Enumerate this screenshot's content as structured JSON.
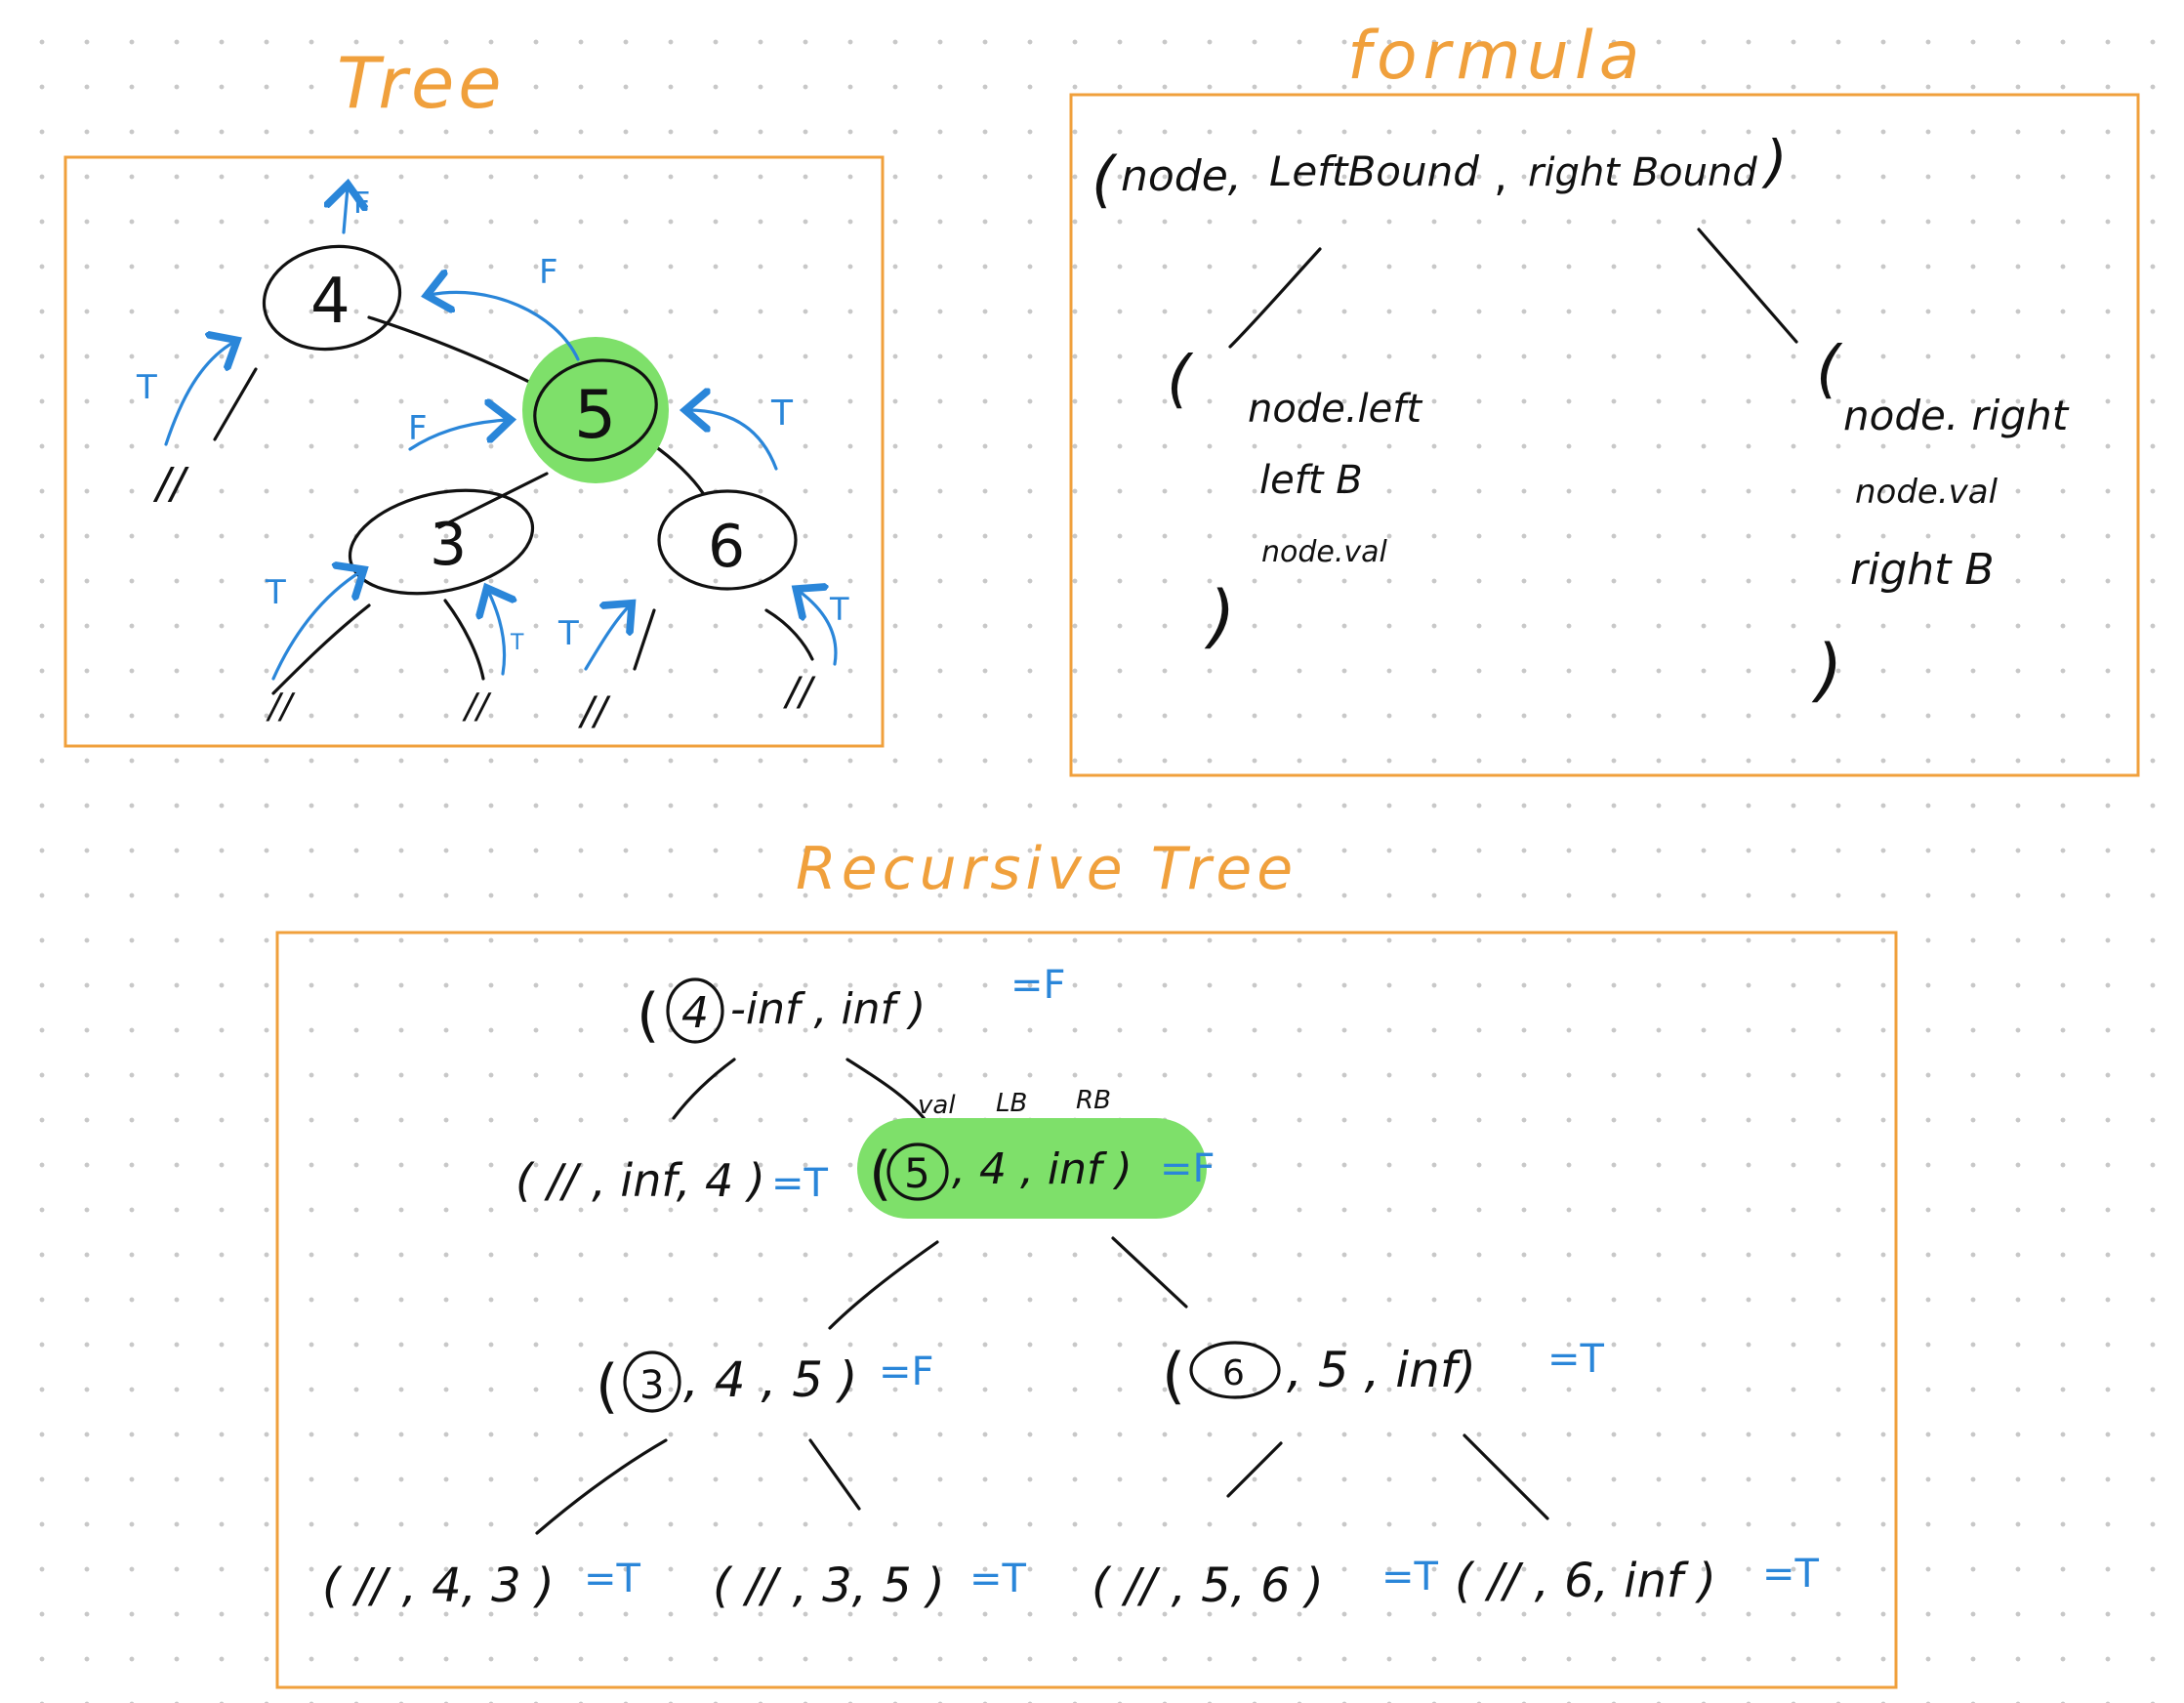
{
  "colors": {
    "accent_title": "#f0a03c",
    "result_blue": "#2a86d9",
    "highlight_green": "#7ee06a",
    "ink": "#111111"
  },
  "titles": {
    "tree": "Tree",
    "formula": "formula",
    "recursive_tree": "Recursive Tree"
  },
  "tree": {
    "nodes": [
      "4",
      "5",
      "3",
      "6"
    ],
    "null_marks": [
      "//",
      "//",
      "//",
      "//",
      "//"
    ],
    "labels": {
      "root_up": "F",
      "edge_5_to_4": "F",
      "left_null_4": "T",
      "edge_3_to_5": "F",
      "edge_6_to_5": "T",
      "left_null_3": "T",
      "right_null_3": "T",
      "left_null_6": "T",
      "right_null_6": "T"
    }
  },
  "formula": {
    "root": {
      "open": "(",
      "node": "node,",
      "left": "LeftBound",
      "sep": ",",
      "right": "right Bound",
      "close": ")"
    },
    "left_child": {
      "open": "(",
      "line1": "node.left",
      "line2": "left B",
      "line3": "node.val",
      "close": ")"
    },
    "right_child": {
      "open": "(",
      "line1": "node. right",
      "line2": "node.val",
      "line3": "right B",
      "close": ")"
    }
  },
  "recursive": {
    "root": {
      "node": "4",
      "rest": "-inf , inf )",
      "result": "=F"
    },
    "col_labels": {
      "val": "val",
      "lb": "LB",
      "rb": "RB"
    },
    "left_null": {
      "text": "( // , inf, 4 )",
      "result": "=T"
    },
    "node5": {
      "node": "5",
      "rest": ", 4 , inf )",
      "result": "=F"
    },
    "node3": {
      "node": "3",
      "rest": ", 4 , 5 )",
      "result": "=F"
    },
    "node6": {
      "node": "6",
      "rest": ", 5 , inf)",
      "result": "=T"
    },
    "leaves": [
      {
        "text": "( // , 4, 3 )",
        "result": "=T"
      },
      {
        "text": "( // , 3, 5 )",
        "result": "=T"
      },
      {
        "text": "( // , 5, 6 )",
        "result": "=T"
      },
      {
        "text": "( // , 6, inf )",
        "result": "=T"
      }
    ]
  }
}
